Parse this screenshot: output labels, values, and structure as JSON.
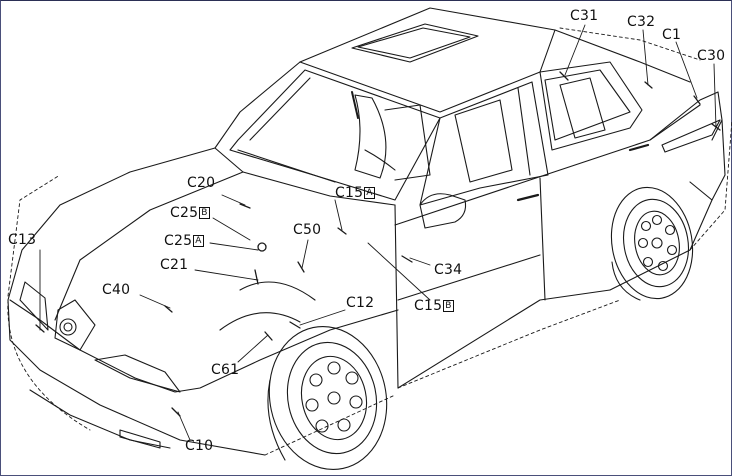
{
  "labels": {
    "c31": "C31",
    "c32": "C32",
    "c1": "C1",
    "c30": "C30",
    "c13": "C13",
    "c20": "C20",
    "c15a": {
      "code": "C15",
      "variant": "A"
    },
    "c25b": {
      "code": "C25",
      "variant": "B"
    },
    "c25a": {
      "code": "C25",
      "variant": "A"
    },
    "c50": "C50",
    "c21": "C21",
    "c40": "C40",
    "c12": "C12",
    "c61": "C61",
    "c34": "C34",
    "c15b": {
      "code": "C15",
      "variant": "B"
    },
    "c10": "C10"
  },
  "colors": {
    "background": "#ffffff",
    "line": "#1a1a1a",
    "frame": "#4a4f7a"
  }
}
